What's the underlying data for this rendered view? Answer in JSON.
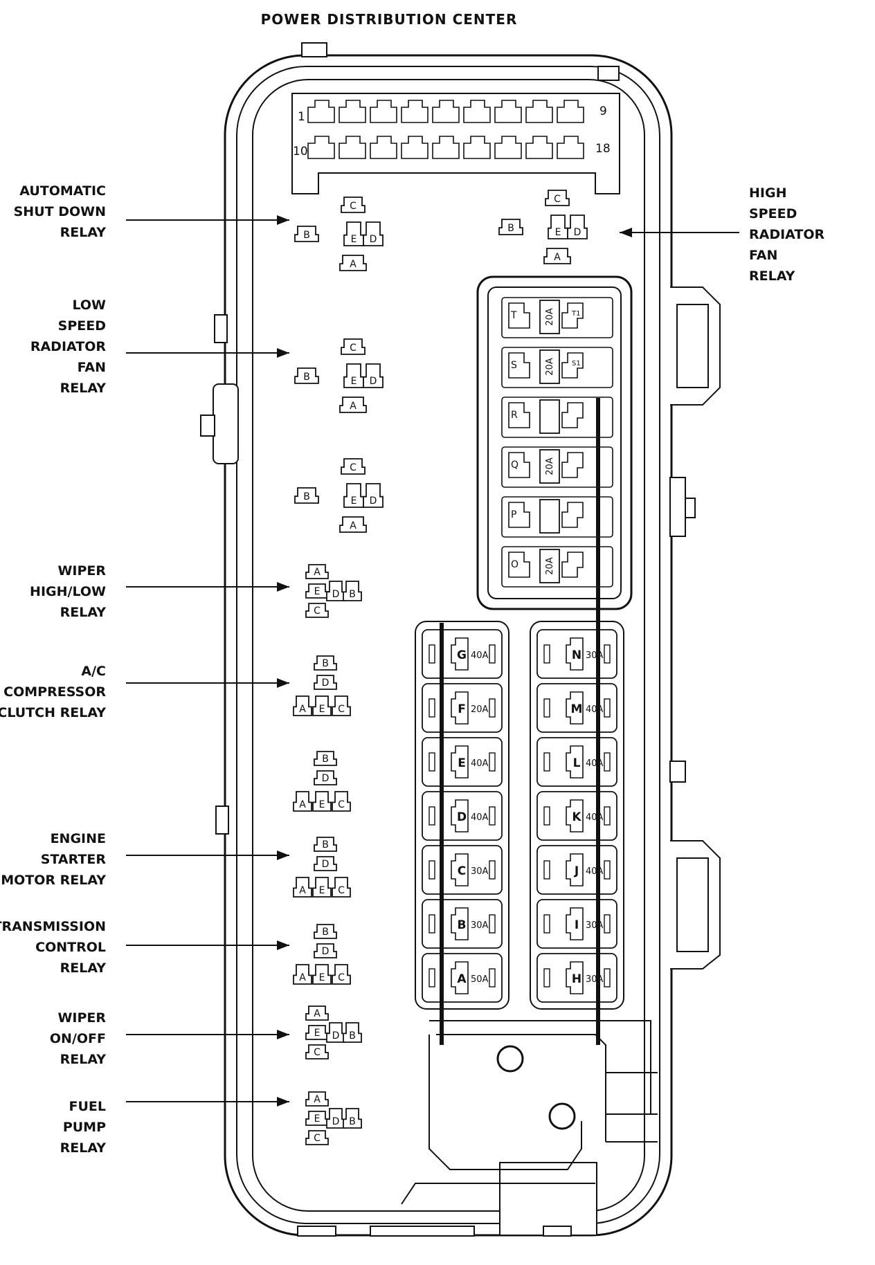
{
  "title": "POWER DISTRIBUTION CENTER",
  "connector": {
    "start_top": "1",
    "end_top": "9",
    "start_bottom": "10",
    "end_bottom": "18"
  },
  "labels": [
    {
      "id": "asd",
      "lines": [
        "AUTOMATIC",
        "SHUT DOWN",
        "RELAY"
      ]
    },
    {
      "id": "hsrf",
      "lines": [
        "HIGH",
        "SPEED",
        "RADIATOR",
        "FAN",
        "RELAY"
      ]
    },
    {
      "id": "lsrf",
      "lines": [
        "LOW",
        "SPEED",
        "RADIATOR",
        "FAN",
        "RELAY"
      ]
    },
    {
      "id": "wiperhl",
      "lines": [
        "WIPER",
        "HIGH/LOW",
        "RELAY"
      ]
    },
    {
      "id": "acc",
      "lines": [
        "A/C",
        "COMPRESSOR",
        "CLUTCH RELAY"
      ]
    },
    {
      "id": "esm",
      "lines": [
        "ENGINE",
        "STARTER",
        "MOTOR RELAY"
      ]
    },
    {
      "id": "tcr",
      "lines": [
        "TRANSMISSION",
        "CONTROL",
        "RELAY"
      ]
    },
    {
      "id": "wiperoo",
      "lines": [
        "WIPER",
        "ON/OFF",
        "RELAY"
      ]
    },
    {
      "id": "fuel",
      "lines": [
        "FUEL",
        "PUMP",
        "RELAY"
      ]
    }
  ],
  "relay_pins": [
    "A",
    "B",
    "C",
    "D",
    "E"
  ],
  "mini_fuses": [
    {
      "id": "T",
      "rating": "20A",
      "side": "T1"
    },
    {
      "id": "S",
      "rating": "20A",
      "side": "S1"
    },
    {
      "id": "R",
      "rating": "",
      "side": ""
    },
    {
      "id": "Q",
      "rating": "20A",
      "side": ""
    },
    {
      "id": "P",
      "rating": "",
      "side": ""
    },
    {
      "id": "O",
      "rating": "20A",
      "side": ""
    }
  ],
  "maxi_fuses_left": [
    {
      "id": "G",
      "rating": "40A"
    },
    {
      "id": "F",
      "rating": "20A"
    },
    {
      "id": "E",
      "rating": "40A"
    },
    {
      "id": "D",
      "rating": "40A"
    },
    {
      "id": "C",
      "rating": "30A"
    },
    {
      "id": "B",
      "rating": "30A"
    },
    {
      "id": "A",
      "rating": "50A"
    }
  ],
  "maxi_fuses_right": [
    {
      "id": "N",
      "rating": "30A"
    },
    {
      "id": "M",
      "rating": "40A"
    },
    {
      "id": "L",
      "rating": "40A"
    },
    {
      "id": "K",
      "rating": "40A"
    },
    {
      "id": "J",
      "rating": "40A"
    },
    {
      "id": "I",
      "rating": "30A"
    },
    {
      "id": "H",
      "rating": "30A"
    }
  ]
}
